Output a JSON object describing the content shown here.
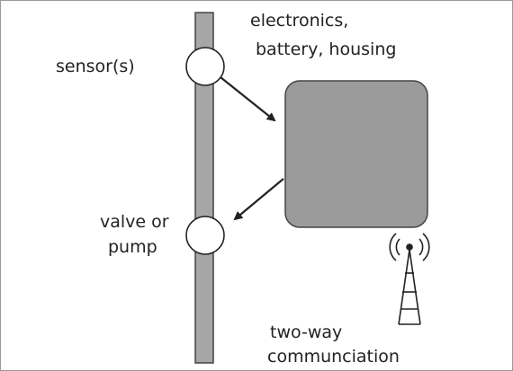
{
  "labels": {
    "electronics": "electronics,",
    "battery_housing": "battery, housing",
    "sensor": "sensor(s)",
    "valve_line1": "valve or",
    "valve_line2": "pump",
    "comm_line1": "two-way",
    "comm_line2": "communciation"
  },
  "colors": {
    "pipe": "#a6a6a6",
    "housing": "#9b9b9b",
    "stroke": "#222222"
  },
  "icons": [
    "antenna-tower-icon"
  ]
}
